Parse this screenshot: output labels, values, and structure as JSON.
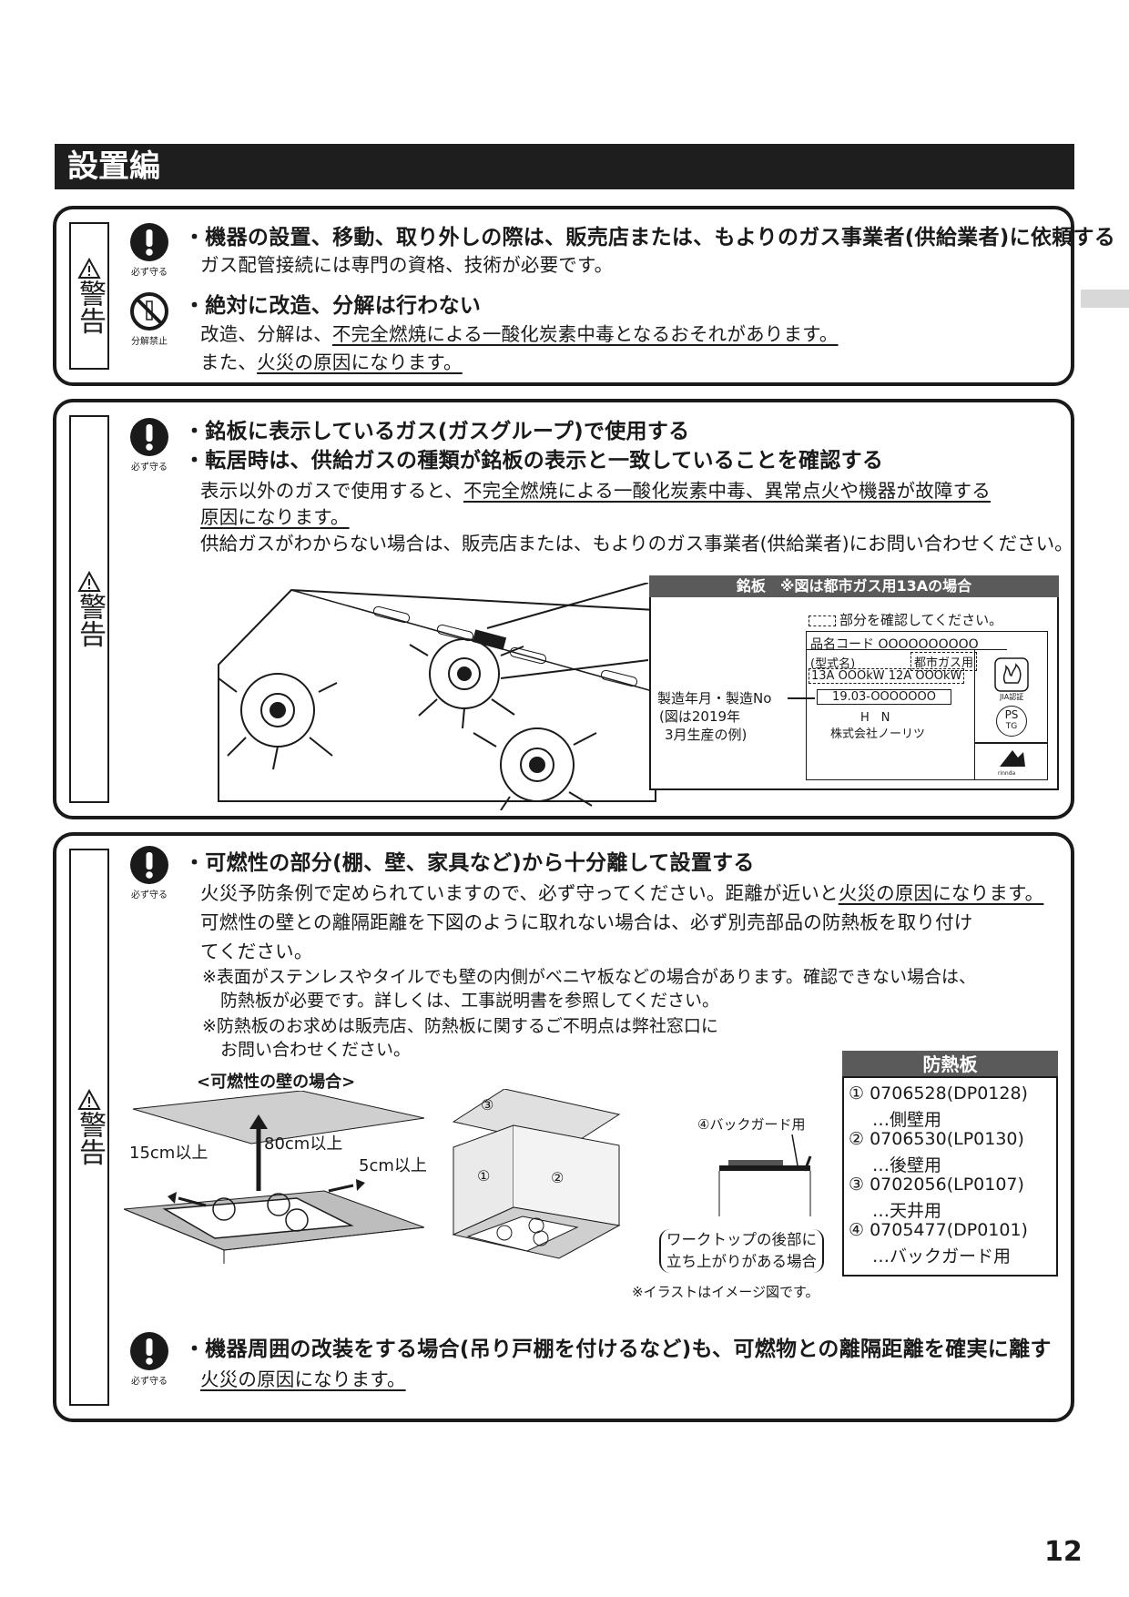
{
  "section": {
    "title": "設置編"
  },
  "warning_label": "警告",
  "symbols": {
    "must_do": "必ず守る",
    "no_disassembly": "分解禁止"
  },
  "box1": {
    "item1_head": "・機器の設置、移動、取り外しの際は、販売店または、もよりのガス事業者(供給業者)に依頼する",
    "item1_body": "ガス配管接続には専門の資格、技術が必要です。",
    "item2_head": "・絶対に改造、分解は行わない",
    "item2_body_pre": "改造、分解は、",
    "item2_body_ul": "不完全燃焼による一酸化炭素中毒となるおそれがあります。",
    "item2_body2_pre": "また、",
    "item2_body2_ul": "火災の原因になります。"
  },
  "box2": {
    "head1": "・銘板に表示しているガス(ガスグループ)で使用する",
    "head2": "・転居時は、供給ガスの種類が銘板の表示と一致していることを確認する",
    "body1_pre": "表示以外のガスで使用すると、",
    "body1_ul": "不完全燃焼による一酸化炭素中毒、異常点火や機器が故障する",
    "body2_ul": "原因になります。",
    "body3": "供給ガスがわからない場合は、販売店または、もよりのガス事業者(供給業者)にお問い合わせください。",
    "nameplate": {
      "title": "銘板　※図は都市ガス用13Aの場合",
      "check_note": "部分を確認してください。",
      "product_code": "品名コード OOOOOOOOOO",
      "model": "(型式名)",
      "gas_type": "都市ガス用",
      "rating": "13A OOOkW 12A OOOkW",
      "mfg_label": "製造年月・製造No",
      "mfg_example1": "(図は2019年",
      "mfg_example2": "3月生産の例)",
      "serial": "19.03-OOOOOOO",
      "hn": "H　N",
      "maker": "株式会社ノーリツ",
      "jia": "JIA認証",
      "ps": "PS",
      "tg": "TG",
      "rinnai_mark": "rinnda"
    }
  },
  "box3": {
    "head1": "・可燃性の部分(棚、壁、家具など)から十分離して設置する",
    "body1_pre": "火災予防条例で定められていますので、必ず守ってください。距離が近いと",
    "body1_ul": "火災の原因になります。",
    "body2": "可燃性の壁との離隔距離を下図のように取れない場合は、必ず別売部品の防熱板を取り付け",
    "body3": "てください。",
    "note1a": "※表面がステンレスやタイルでも壁の内側がベニヤ板などの場合があります。確認できない場合は、",
    "note1b": "防熱板が必要です。詳しくは、工事説明書を参照してください。",
    "note2a": "※防熱板のお求めは販売店、防熱板に関するご不明点は弊社窓口に",
    "note2b": "お問い合わせください。",
    "diagram_title": "<可燃性の壁の場合>",
    "dist_side": "15cm以上",
    "dist_top": "80cm以上",
    "dist_back": "5cm以上",
    "panel_1": "①",
    "panel_2": "②",
    "panel_3": "③",
    "backguard_label": "④バックガード用",
    "worktop_note1": "ワークトップの後部に",
    "worktop_note2": "立ち上がりがある場合",
    "illustration_note": "※イラストはイメージ図です。",
    "heat_plate": {
      "title": "防熱板",
      "items": [
        {
          "code": "① 0706528(DP0128)",
          "use": "…側壁用"
        },
        {
          "code": "② 0706530(LP0130)",
          "use": "…後壁用"
        },
        {
          "code": "③ 0702056(LP0107)",
          "use": "…天井用"
        },
        {
          "code": "④ 0705477(DP0101)",
          "use": "…バックガード用"
        }
      ]
    },
    "head2": "・機器周囲の改装をする場合(吊り戸棚を付けるなど)も、可燃物との離隔距離を確実に離す",
    "body4_ul": "火災の原因になります。"
  },
  "page_number": "12"
}
